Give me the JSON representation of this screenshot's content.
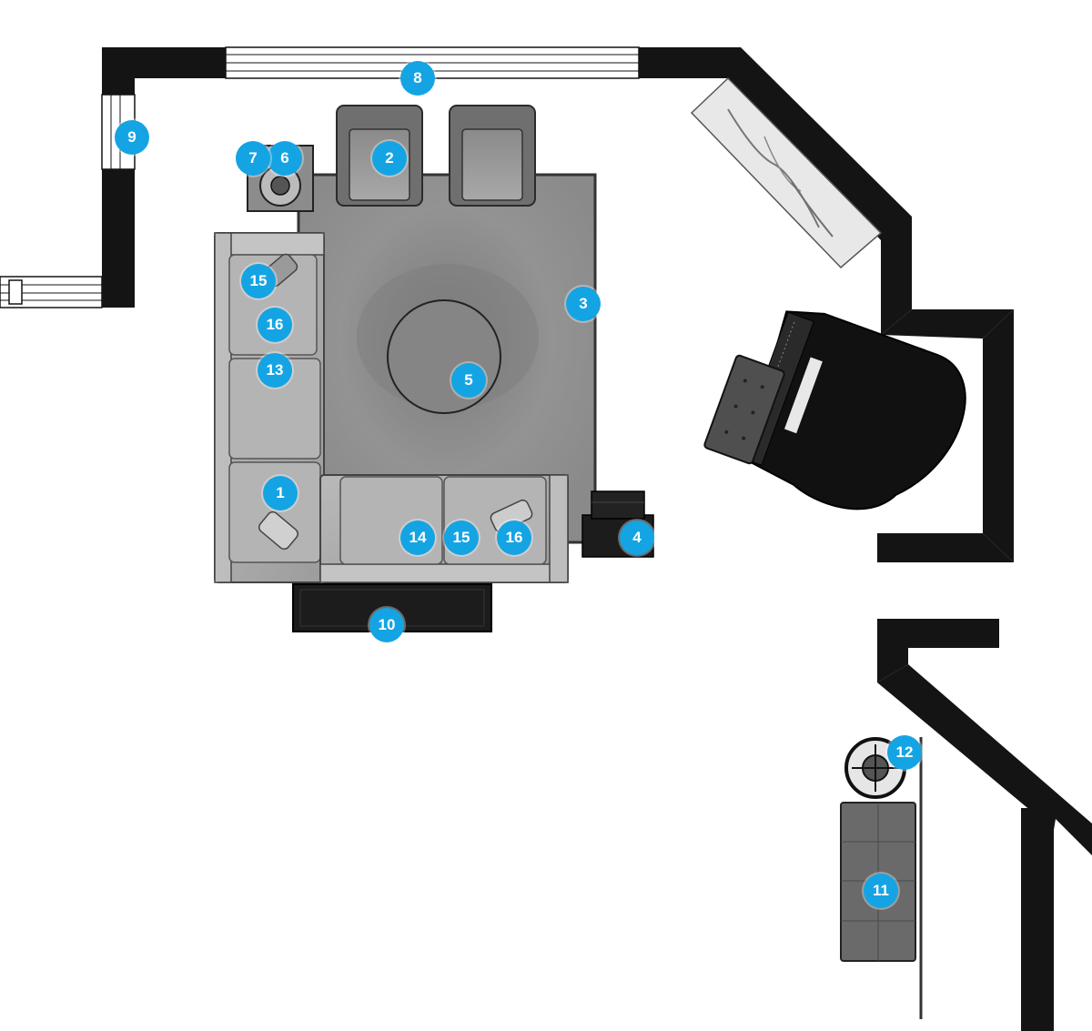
{
  "colors": {
    "wall": "#141414",
    "marker": "#15a4e3",
    "marker_text": "#ffffff",
    "rug": "#8e8e8e",
    "upholstery": "#a9a9a9",
    "piano": "#111111",
    "console": "#1c1c1c",
    "bench": "#6d6d6d",
    "marble": "#e6e6e6"
  },
  "markers": [
    {
      "id": "marker-1",
      "label": "1"
    },
    {
      "id": "marker-2",
      "label": "2"
    },
    {
      "id": "marker-3",
      "label": "3"
    },
    {
      "id": "marker-4",
      "label": "4"
    },
    {
      "id": "marker-5",
      "label": "5"
    },
    {
      "id": "marker-6",
      "label": "6"
    },
    {
      "id": "marker-7",
      "label": "7"
    },
    {
      "id": "marker-8",
      "label": "8"
    },
    {
      "id": "marker-9",
      "label": "9"
    },
    {
      "id": "marker-10",
      "label": "10"
    },
    {
      "id": "marker-11",
      "label": "11"
    },
    {
      "id": "marker-12",
      "label": "12"
    },
    {
      "id": "marker-13",
      "label": "13"
    },
    {
      "id": "marker-14",
      "label": "14"
    },
    {
      "id": "marker-15a",
      "label": "15"
    },
    {
      "id": "marker-15b",
      "label": "15"
    },
    {
      "id": "marker-16a",
      "label": "16"
    },
    {
      "id": "marker-16b",
      "label": "16"
    }
  ]
}
